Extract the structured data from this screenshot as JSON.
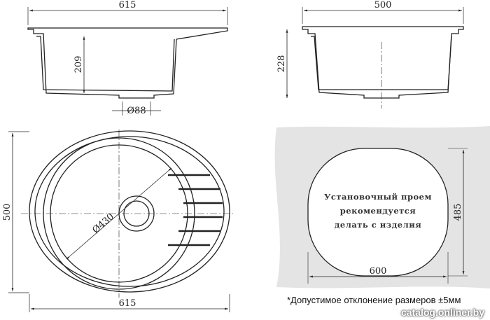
{
  "side_view_left": {
    "width": "615",
    "height": "209",
    "drain": "Ø88"
  },
  "side_view_right": {
    "width": "500",
    "height": "228"
  },
  "top_view": {
    "height": "500",
    "width": "615",
    "bowl": "Ø430"
  },
  "cutout": {
    "lines": [
      "Установочный проем",
      "рекомендуется",
      "делать с изделия"
    ],
    "height": "485",
    "width": "600"
  },
  "note": "*Допустимое отклонение размеров ±5мм",
  "watermark": "catalog.onliner.by"
}
